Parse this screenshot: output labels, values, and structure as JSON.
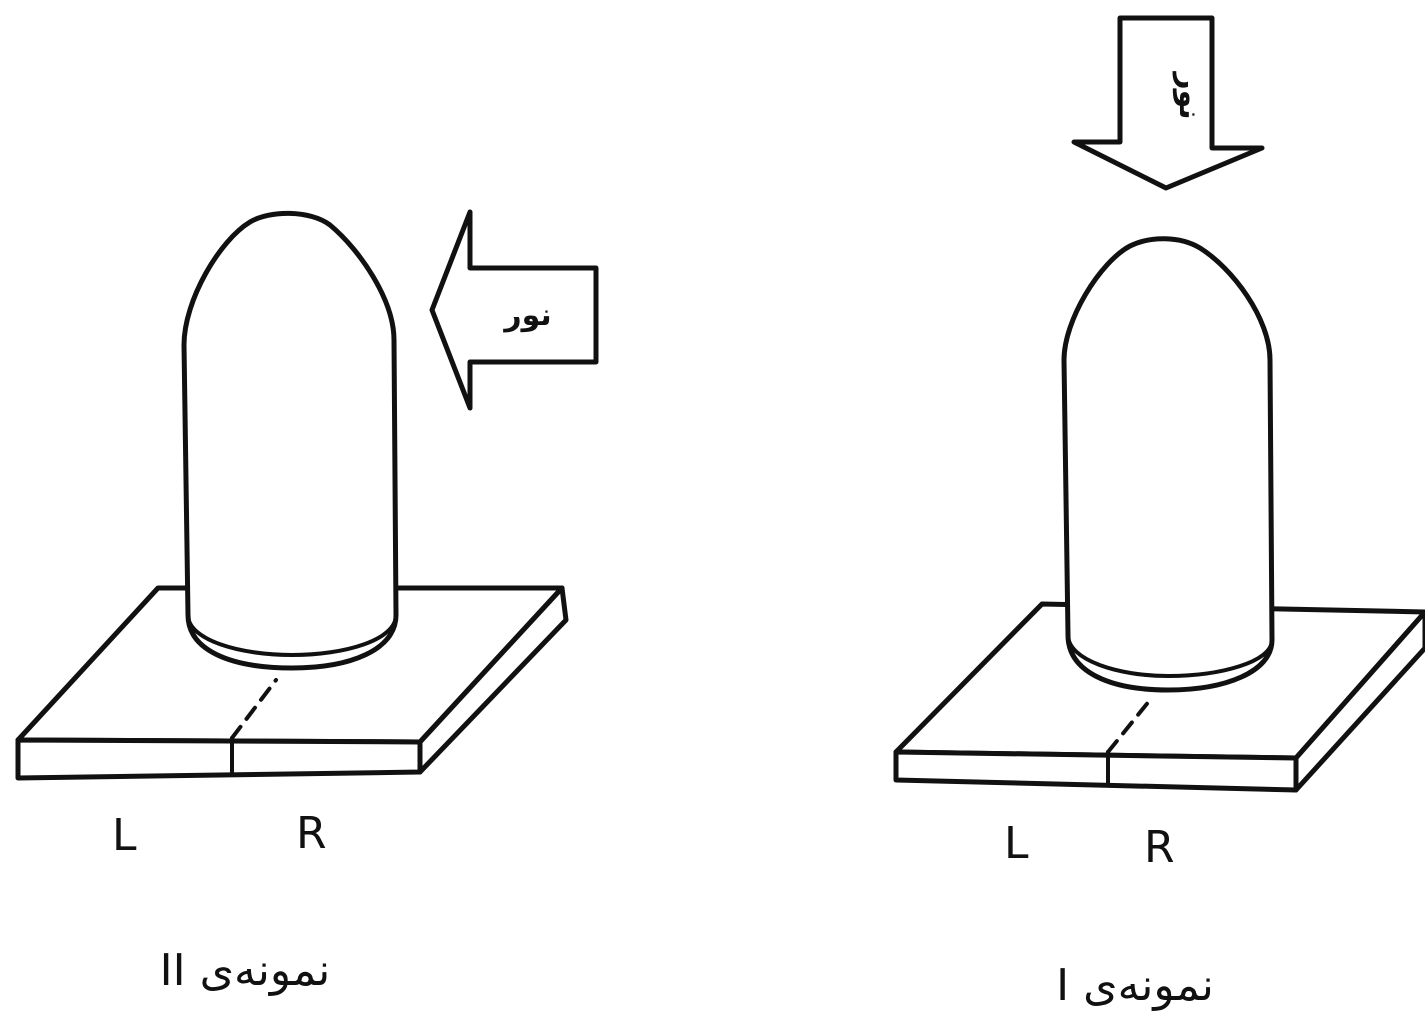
{
  "samples": [
    {
      "caption": "نمونه‌ی II",
      "light_label": "نور",
      "light_direction": "from-right",
      "left_label": "L",
      "right_label": "R"
    },
    {
      "caption": "نمونه‌ی I",
      "light_label": "نور",
      "light_direction": "from-top",
      "left_label": "L",
      "right_label": "R"
    }
  ],
  "colors": {
    "line": "#111111",
    "background": "#ffffff"
  }
}
